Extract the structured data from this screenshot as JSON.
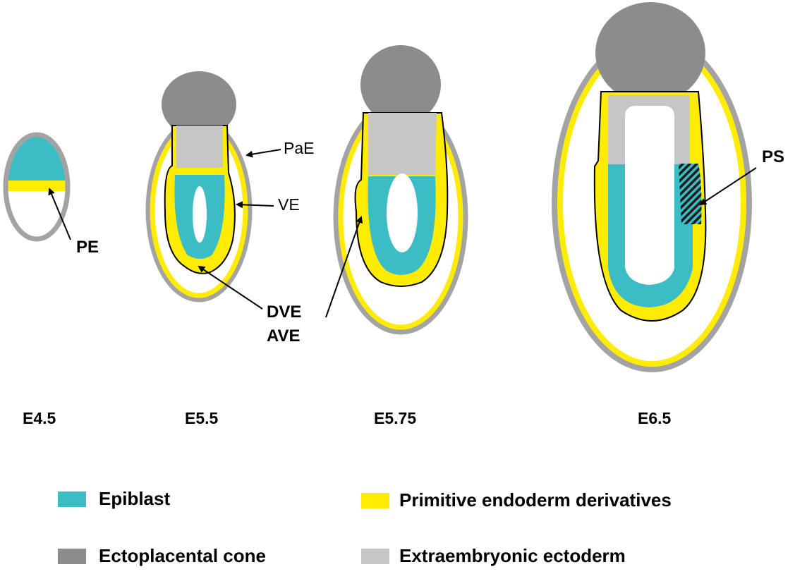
{
  "colors": {
    "epiblast": "#3cbdc5",
    "primitive_endoderm": "#ffec00",
    "ectoplacental_cone": "#8c8c8c",
    "extraembryonic_ectoderm": "#c6c6c6",
    "parietal_outline": "#a3a3a3",
    "outline": "#000000",
    "background": "#ffffff"
  },
  "stages": [
    {
      "label": "E4.5"
    },
    {
      "label": "E5.5"
    },
    {
      "label": "E5.75"
    },
    {
      "label": "E6.5"
    }
  ],
  "annotations": {
    "pe": "PE",
    "pae": "PaE",
    "ve": "VE",
    "dve": "DVE",
    "ave": "AVE",
    "ps": "PS"
  },
  "legend": [
    {
      "key": "epiblast",
      "label": "Epiblast",
      "color": "#3cbdc5"
    },
    {
      "key": "primitive_endoderm",
      "label": "Primitive endoderm derivatives",
      "color": "#ffec00"
    },
    {
      "key": "ectoplacental_cone",
      "label": "Ectoplacental cone",
      "color": "#8c8c8c"
    },
    {
      "key": "extraembryonic_ectoderm",
      "label": "Extraembryonic ectoderm",
      "color": "#c6c6c6"
    }
  ]
}
